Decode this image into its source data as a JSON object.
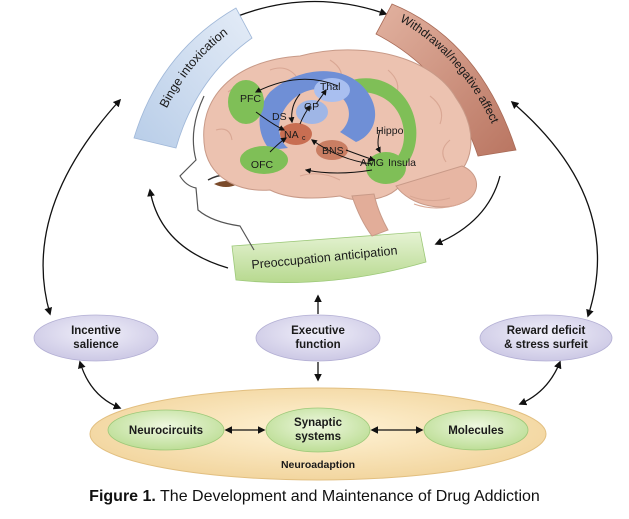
{
  "stages": {
    "binge": "Binge intoxication",
    "withdrawal": "Withdrawal/negative affect",
    "preoccupation": "Preoccupation anticipation"
  },
  "brain_regions": {
    "pfc": "PFC",
    "ofc": "OFC",
    "ds": "DS",
    "na": "NA",
    "c": "c",
    "gp": "GP",
    "thal": "Thal",
    "bns": "BNS",
    "amg": "AMG",
    "insula": "Insula",
    "hippo": "Hippo"
  },
  "processes": {
    "incentive_line1": "Incentive",
    "incentive_line2": "salience",
    "executive_line1": "Executive",
    "executive_line2": "function",
    "reward_line1": "Reward deficit",
    "reward_line2": "& stress surfeit"
  },
  "neuroadaption": {
    "label": "Neuroadaption",
    "neurocircuits": "Neurocircuits",
    "synaptic_line1": "Synaptic",
    "synaptic_line2": "systems",
    "molecules": "Molecules"
  },
  "caption": {
    "number": "Figure 1.",
    "text": "The Development and Maintenance of Drug Addiction"
  },
  "colors": {
    "stage_blue": "#c9d9ee",
    "stage_brown": "#c98a78",
    "stage_green": "#c8e3a5",
    "process_lavender": "#d9d6ec",
    "neuro_cream": "#f6dfb0",
    "neuro_green": "#cde6ad",
    "brain_pink": "#ecc2b0",
    "striatum_blue": "#6f8fd6",
    "region_green": "#7fbf57"
  }
}
